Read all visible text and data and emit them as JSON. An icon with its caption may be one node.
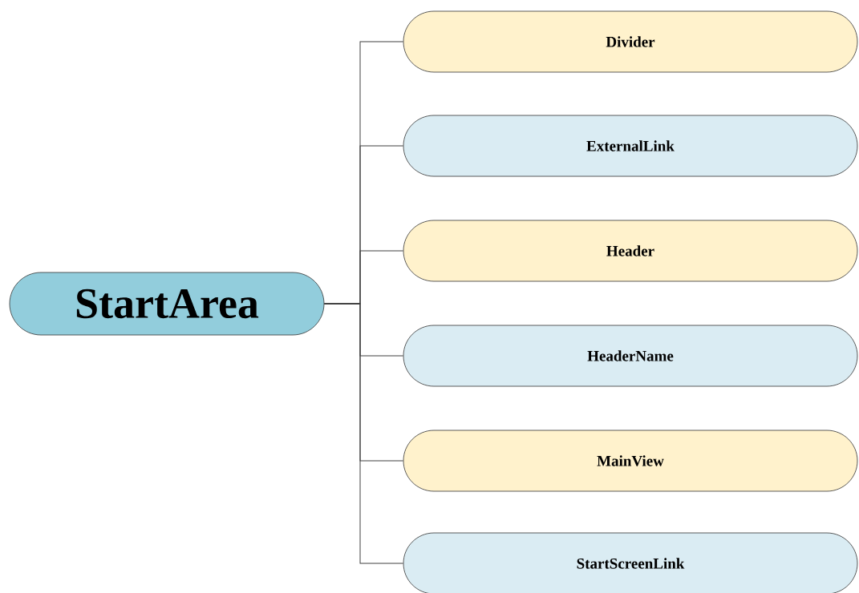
{
  "diagram": {
    "nodes": [
      {
        "text": [
          "StartArea"
        ]
      },
      {
        "text": [
          "Divider"
        ]
      },
      {
        "text": [
          "ExternalLink"
        ]
      },
      {
        "text": [
          "Header"
        ]
      },
      {
        "text": [
          "HeaderName"
        ]
      },
      {
        "text": [
          "MainView"
        ]
      },
      {
        "text": [
          "StartScreenLink"
        ]
      }
    ],
    "edges": [
      {
        "from": 0,
        "to": 1,
        "arrow": "none"
      },
      {
        "from": 0,
        "to": 2,
        "arrow": "none"
      },
      {
        "from": 0,
        "to": 3,
        "arrow": "none"
      },
      {
        "from": 0,
        "to": 4,
        "arrow": "none"
      },
      {
        "from": 0,
        "to": 5,
        "arrow": "none"
      },
      {
        "from": 0,
        "to": 6,
        "arrow": "none"
      }
    ]
  }
}
